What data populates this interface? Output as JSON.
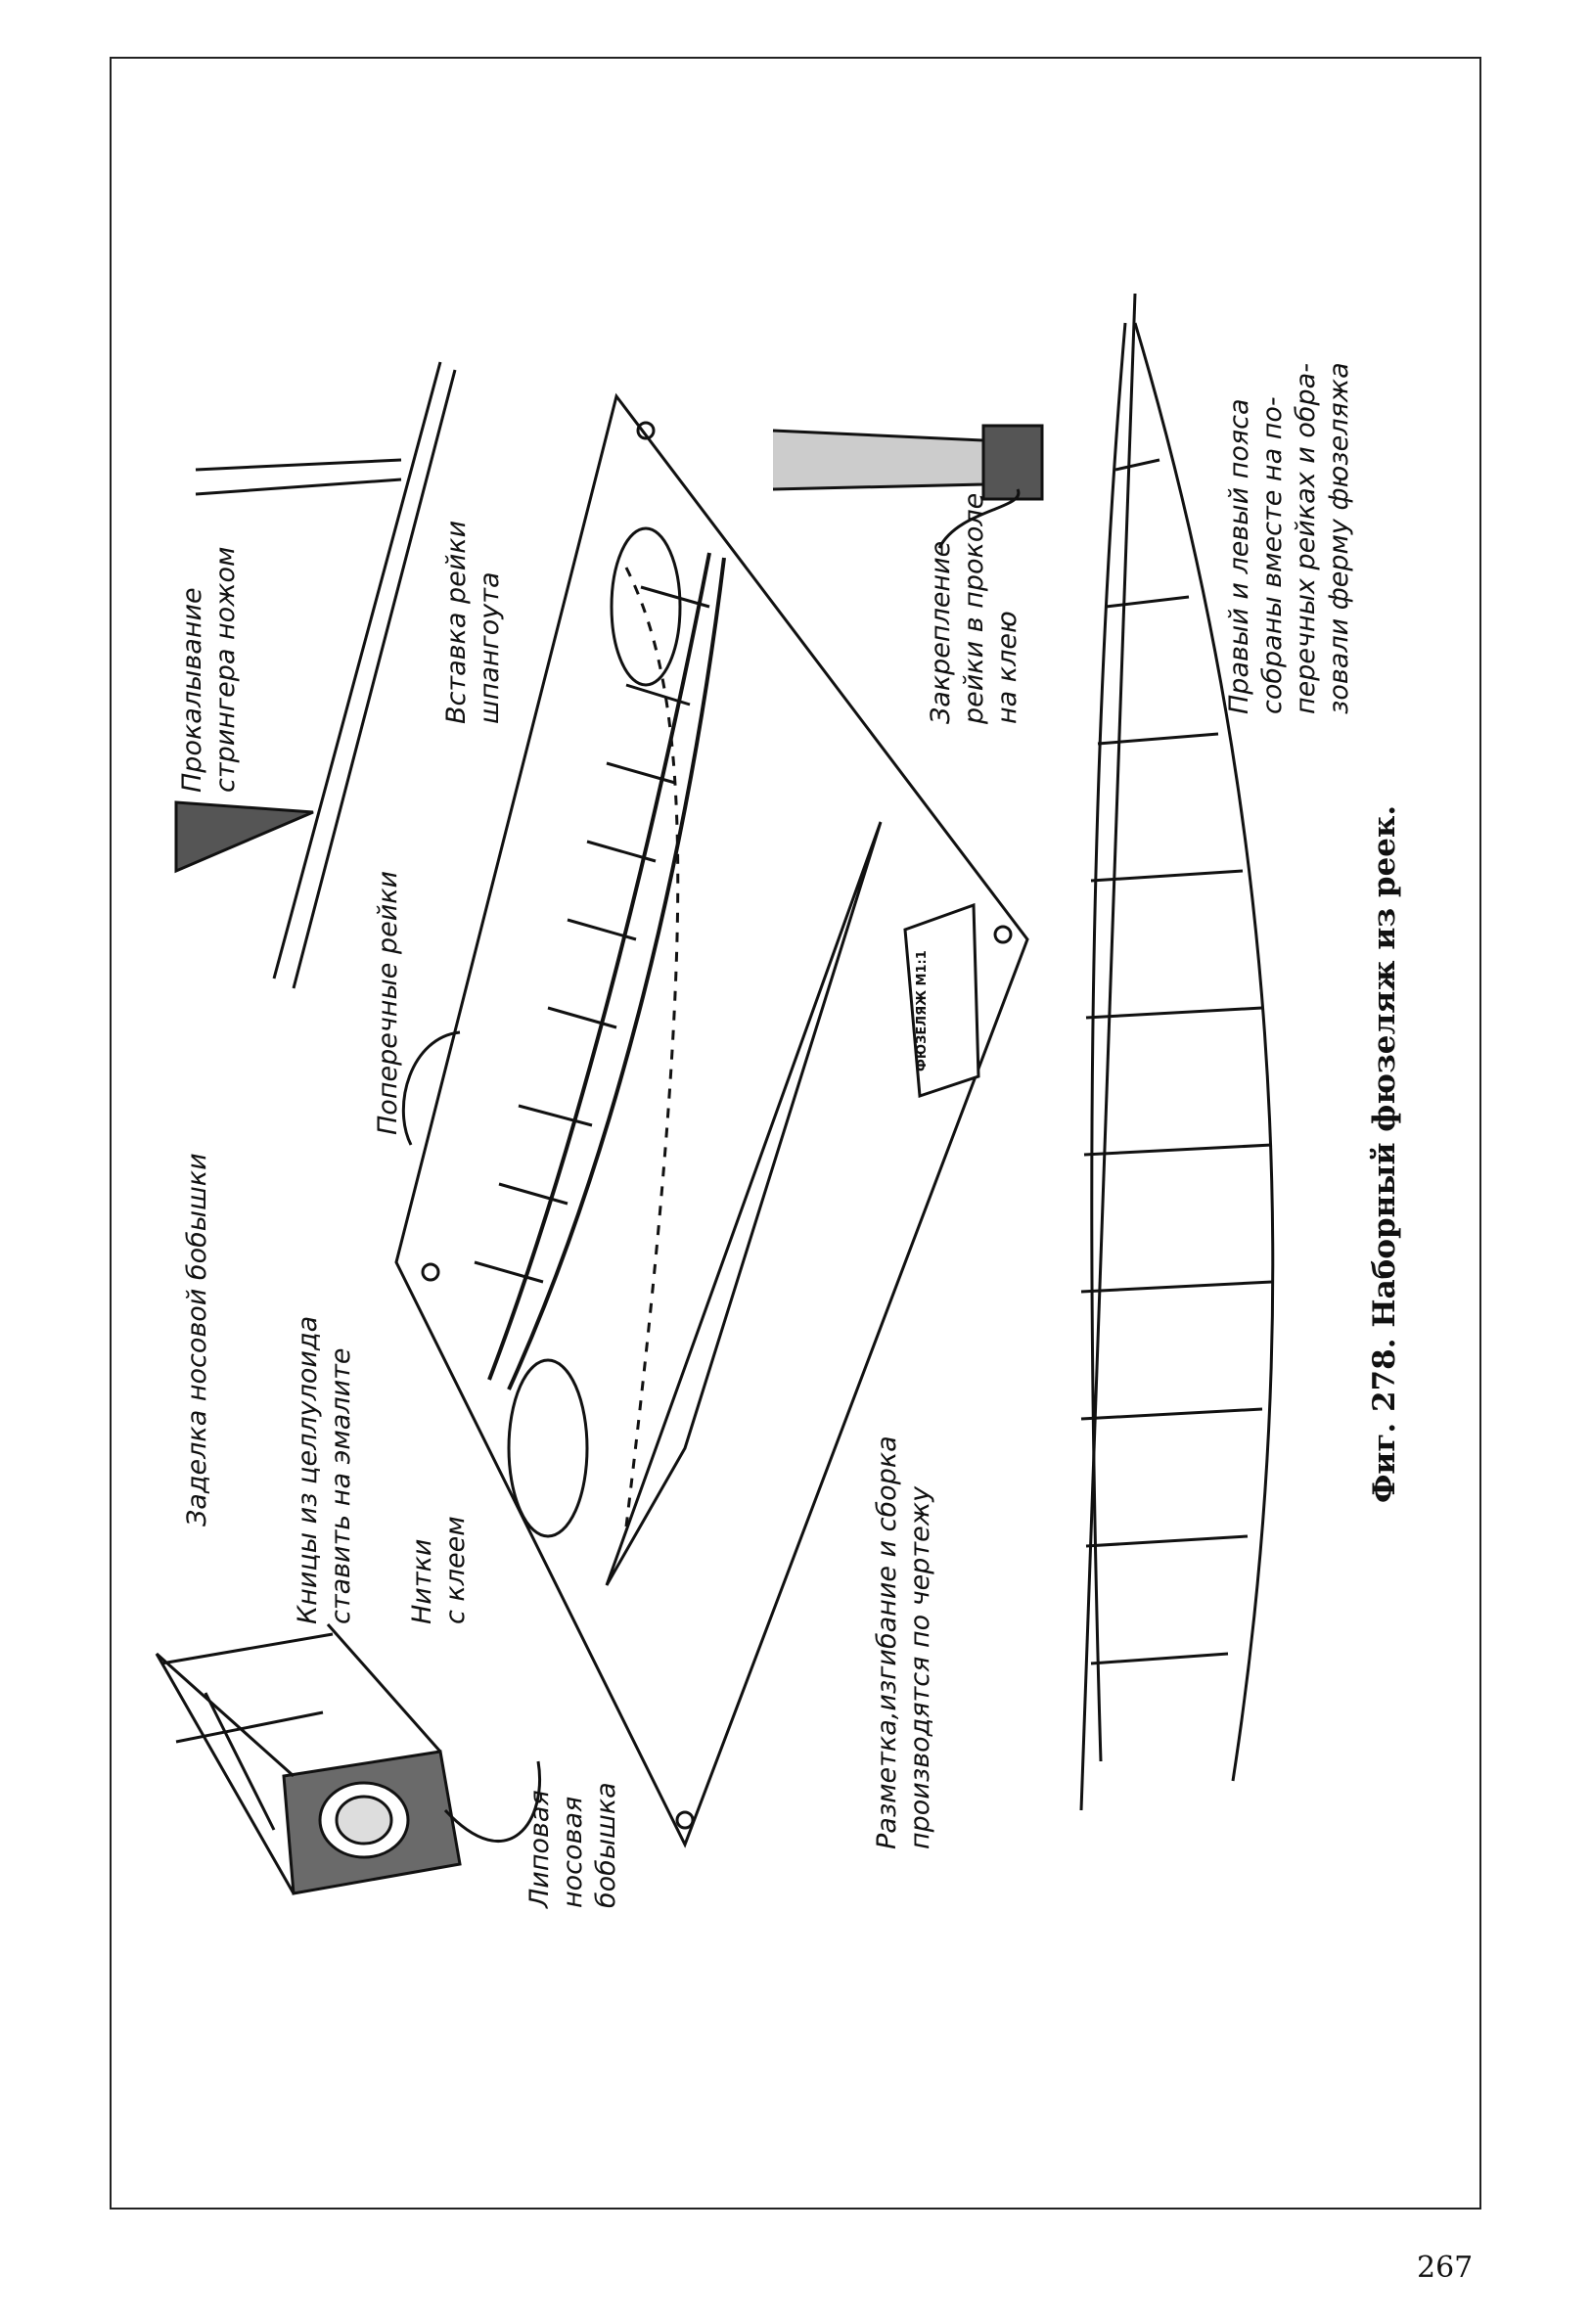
{
  "labels": {
    "nose_block_insert": "Заделка носовой бобышки",
    "gussets": [
      "Кницы из целлулоида",
      "ставить на эмалите"
    ],
    "threads": [
      "Нитки",
      "с клеем"
    ],
    "linden_block": [
      "Липовая",
      "носовая",
      "бобышка"
    ],
    "cross_strips": "Поперечные рейки",
    "piercing": [
      "Прокалывание",
      "стрингера ножом"
    ],
    "bulkhead_insert": [
      "Вставка рейки",
      "шпангоута"
    ],
    "marking": [
      "Разметка,изгибание и сборка",
      "производятся по чертежу"
    ],
    "fixing": [
      "Закрепление",
      "рейки в проколе",
      "на клею"
    ],
    "assembled": [
      "Правый и левый пояса",
      "собраны вместе на по-",
      "перечных рейках и обра-",
      "зовали ферму фюзеляжа"
    ],
    "plan_stamp": "ФЮЗЕЛЯЖ М1:1"
  },
  "caption": "Фиг. 278. Наборный фюзеляж из реек.",
  "page_number": "267"
}
